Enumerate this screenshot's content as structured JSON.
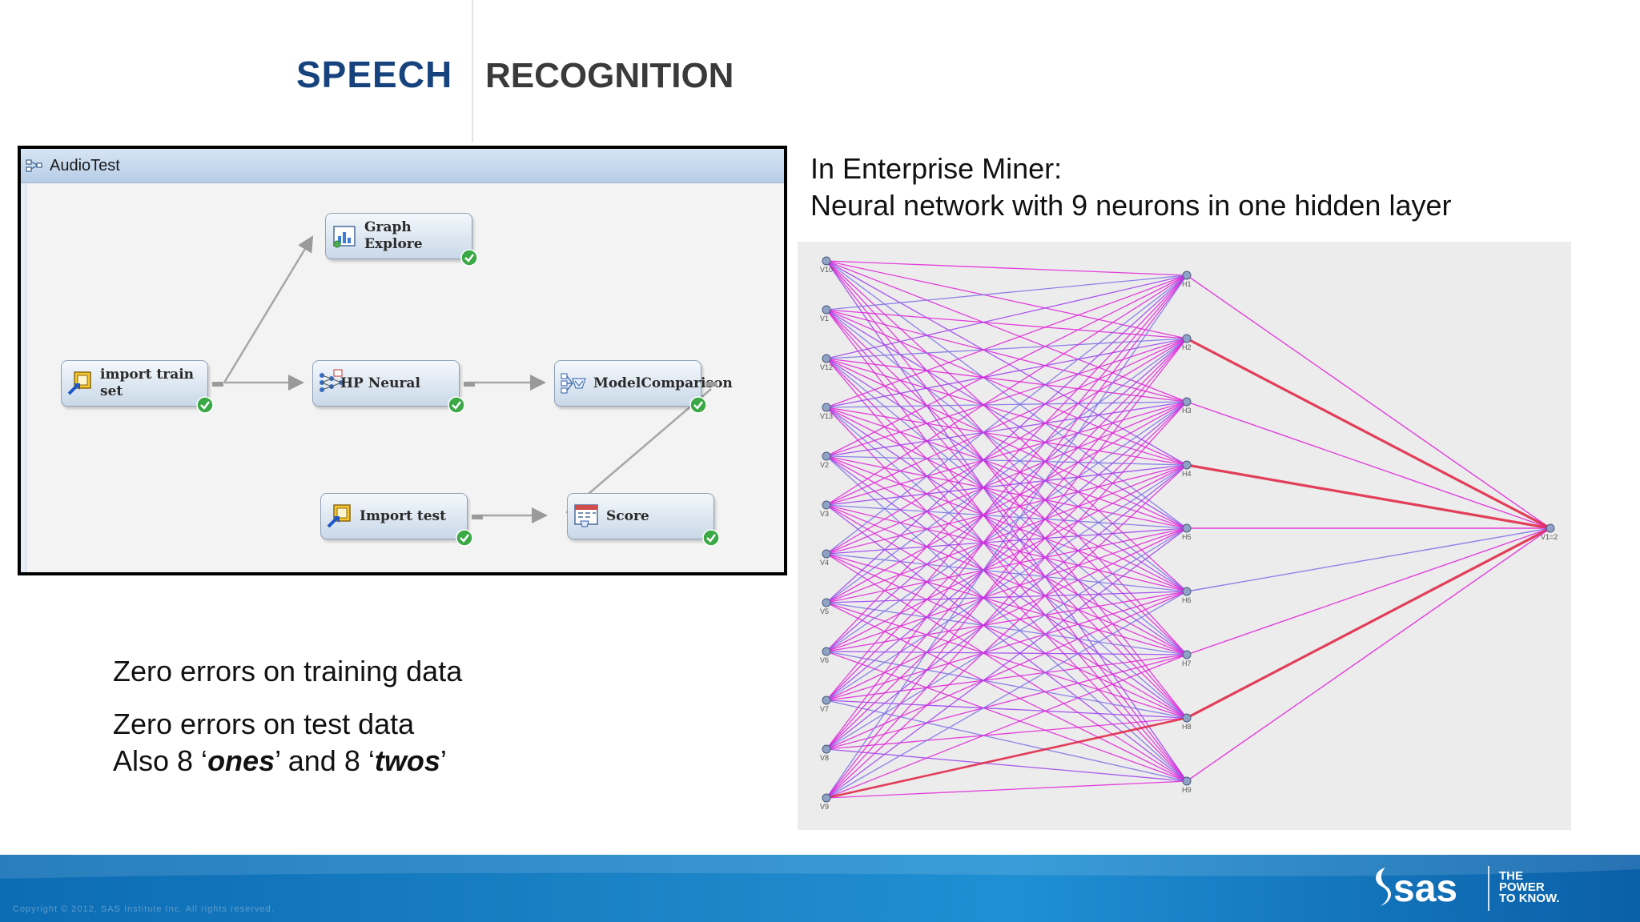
{
  "title": {
    "word1": "SPEECH",
    "word2": "RECOGNITION"
  },
  "diagram": {
    "window_title": "AudioTest",
    "nodes": [
      {
        "id": "graph",
        "label": "Graph Explore"
      },
      {
        "id": "import_train",
        "label": "import train set"
      },
      {
        "id": "hp_neural",
        "label": "HP Neural"
      },
      {
        "id": "model_cmp",
        "label_line1": "Model",
        "label_line2": "Comparison"
      },
      {
        "id": "import_test",
        "label": "Import test"
      },
      {
        "id": "score",
        "label": "Score"
      }
    ]
  },
  "caption": {
    "line1": "In Enterprise Miner:",
    "line2": "Neural network with 9 neurons in one hidden layer"
  },
  "network": {
    "inputs": [
      "V10",
      "V1",
      "V12",
      "V13",
      "V2",
      "V3",
      "V4",
      "V5",
      "V6",
      "V7",
      "V8",
      "V9"
    ],
    "hidden": [
      "H1",
      "H2",
      "H3",
      "H4",
      "H5",
      "H6",
      "H7",
      "H8",
      "H9"
    ],
    "output": "V1=2",
    "strong_links": [
      [
        "V9",
        "H8"
      ],
      [
        "H2",
        "out"
      ],
      [
        "H8",
        "out"
      ],
      [
        "H4",
        "out"
      ]
    ],
    "colors": {
      "magenta": "#e020d8",
      "violet": "#9b3cf0",
      "blue": "#7a6ee8",
      "red": "#e02040",
      "node": "#8fa3c7"
    }
  },
  "results": {
    "line1": "Zero errors on training data",
    "line2": "Zero errors on test data",
    "line3_a": "Also 8 ‘",
    "line3_b": "ones",
    "line3_c": "’ and 8 ‘",
    "line3_d": "twos",
    "line3_e": "’"
  },
  "footer": {
    "copyright": "Copyright © 2012, SAS Institute Inc. All rights reserved.",
    "logo": "sas",
    "tagline1": "THE",
    "tagline2": "POWER",
    "tagline3": "TO KNOW."
  }
}
